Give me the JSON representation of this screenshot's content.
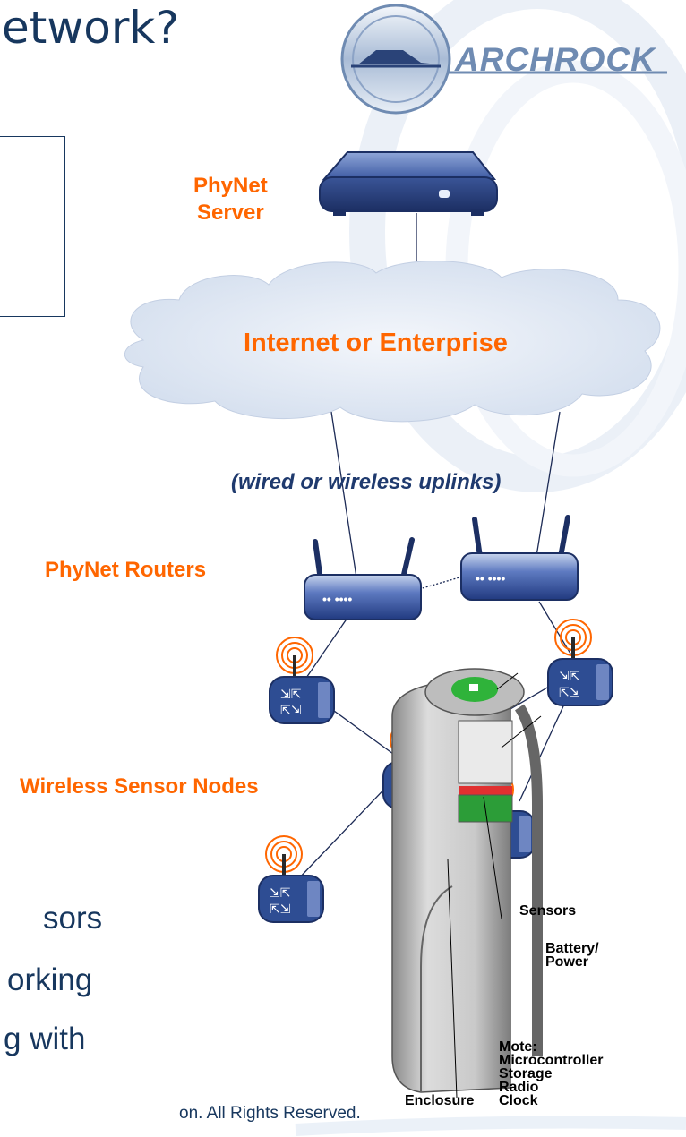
{
  "slide": {
    "title": "etwork?",
    "logo_text": "ARCHROCK",
    "phynet_server": [
      "PhyNet",
      "Server"
    ],
    "cloud_label": "Internet or Enterprise",
    "uplinks_label": "(wired or wireless uplinks)",
    "routers_label": "PhyNet Routers",
    "nodes_label": "Wireless Sensor Nodes",
    "bullets": [
      "sors",
      "orking",
      "g with"
    ],
    "copyright": "on.  All Rights Reserved.",
    "mote_labels": {
      "sensors": "Sensors",
      "battery": [
        "Battery/",
        "Power"
      ],
      "mote": [
        "Mote:",
        "Microcontroller",
        "Storage",
        "Radio",
        "Clock"
      ],
      "enclosure": "Enclosure"
    }
  },
  "colors": {
    "accent": "#ff6600",
    "navy": "#17375e",
    "device_blue": "#2e4d93",
    "cloud": "#dde6f2"
  },
  "icons": [
    "server-icon",
    "cloud-icon",
    "router-icon",
    "sensor-node-icon",
    "mote-enclosure-image",
    "archrock-logo"
  ]
}
